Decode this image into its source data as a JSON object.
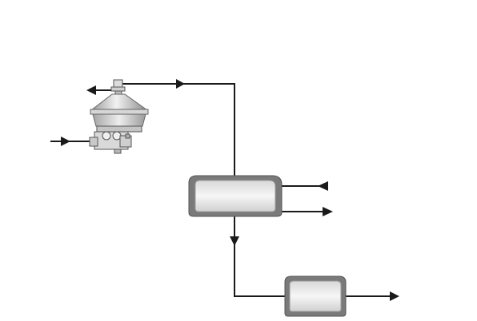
{
  "colors": {
    "background": "#ffffff",
    "line": "#1a1a1a",
    "vessel_fill": "#e6e6e6",
    "vessel_frame": "#6e6e6e",
    "vessel_inner": "#f4f4f4",
    "equipment_light": "#eeeeee",
    "equipment_mid": "#bdbdbd",
    "equipment_dark": "#8a8a8a"
  },
  "icons": {
    "centrifuge": "separator-centrifuge-icon",
    "arrow": "flow-arrow-icon"
  },
  "diagram": {
    "equipment": [
      {
        "id": "centrifuge",
        "kind": "disc-stack-separator"
      },
      {
        "id": "vessel-1",
        "kind": "horizontal-tank"
      },
      {
        "id": "vessel-2",
        "kind": "horizontal-tank"
      }
    ],
    "flows": [
      {
        "id": "feed-in",
        "to": "centrifuge",
        "direction": "in"
      },
      {
        "id": "light-phase-out",
        "from": "centrifuge",
        "direction": "out"
      },
      {
        "id": "centrifuge-to-vessel-1",
        "from": "centrifuge",
        "to": "vessel-1"
      },
      {
        "id": "vessel-1-side-in",
        "to": "vessel-1",
        "direction": "in"
      },
      {
        "id": "vessel-1-side-out",
        "from": "vessel-1",
        "direction": "out"
      },
      {
        "id": "vessel-1-to-vessel-2",
        "from": "vessel-1",
        "to": "vessel-2"
      },
      {
        "id": "vessel-2-out",
        "from": "vessel-2",
        "direction": "out"
      }
    ]
  }
}
